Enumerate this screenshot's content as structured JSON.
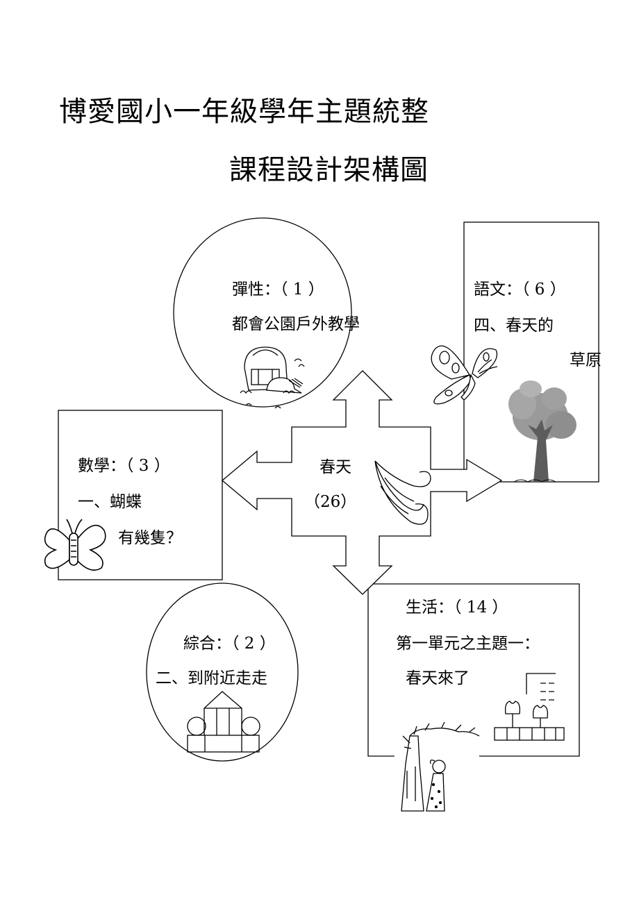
{
  "title": {
    "line1": "博愛國小一年級學年主題統整",
    "line2": "課程設計架構圖"
  },
  "center": {
    "theme": "春天",
    "total": "（26）"
  },
  "nodes": {
    "flexible": {
      "subject": "彈性：（ 1 ）",
      "line1": "都會公園戶外教學"
    },
    "chinese": {
      "subject": "語文：（ 6 ）",
      "line1": "四、春天的",
      "line2": "草原"
    },
    "math": {
      "subject": "數學：（ 3 ）",
      "line1": "一、蝴蝶",
      "line2": "有幾隻？"
    },
    "integrated": {
      "subject": "綜合：（ 2 ）",
      "line1": "二、到附近走走"
    },
    "life": {
      "subject": "生活：（ 14 ）",
      "line1": "第一單元之主題一：",
      "line2": "春天來了"
    }
  },
  "icons": [
    "backpack-icon",
    "butterfly-icon",
    "tree-icon",
    "wind-swirl-icon",
    "block-house-icon",
    "tulip-planter-icon",
    "girl-under-tree-icon"
  ],
  "colors": {
    "line": "#000000",
    "tree_foliage": "#9a9a9a",
    "background": "#ffffff"
  }
}
